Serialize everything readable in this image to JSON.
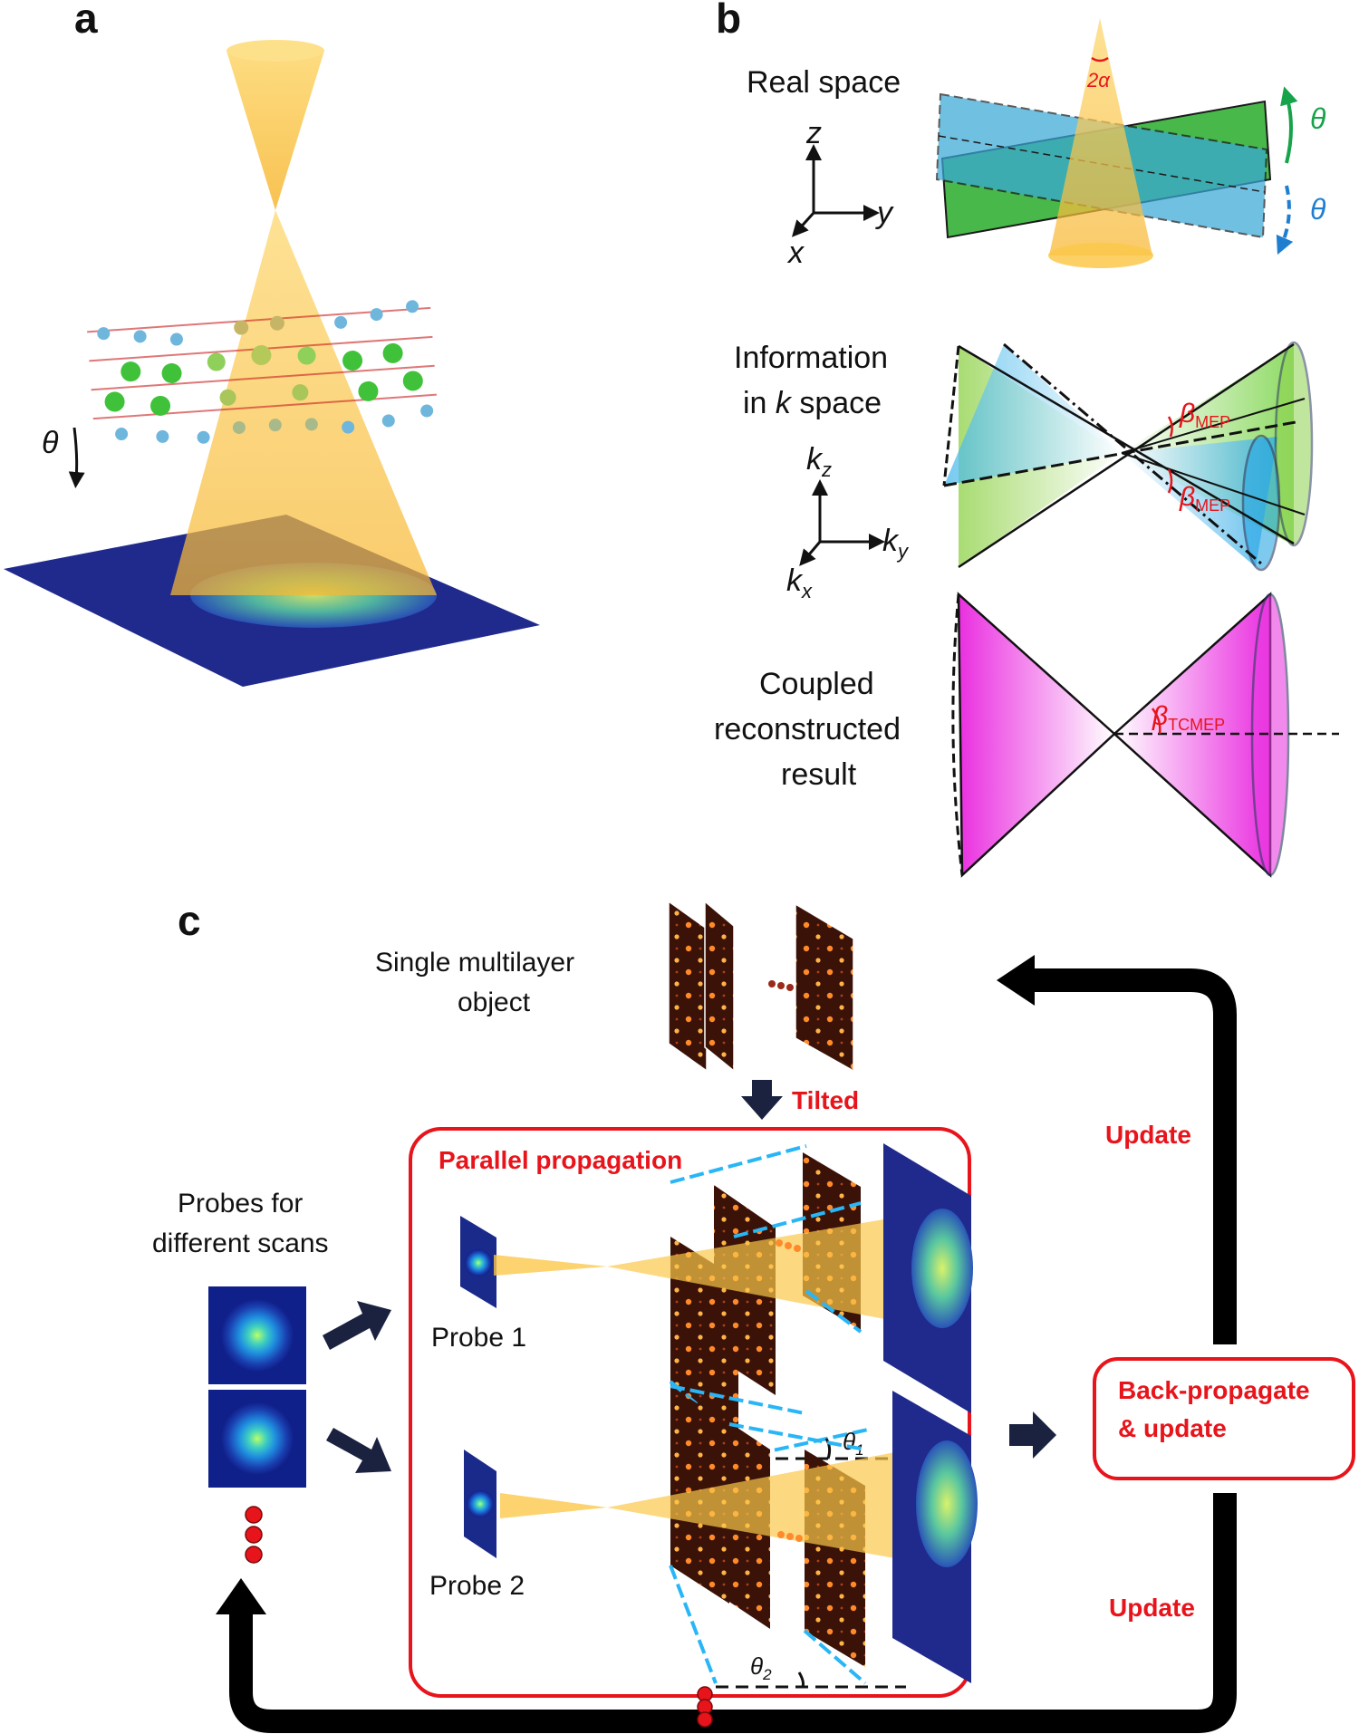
{
  "panels": {
    "a": "a",
    "b": "b",
    "c": "c"
  },
  "panel_a": {
    "theta": "θ"
  },
  "panel_b": {
    "real_space": "Real space",
    "angle_2a": "2α",
    "theta_green": "θ",
    "theta_blue": "θ",
    "axis_z": "z",
    "axis_y": "y",
    "axis_x": "x",
    "info_line1": "Information",
    "info_line2_a": "in ",
    "info_line2_k": "k",
    "info_line2_b": " space",
    "k_symbol": "k",
    "kz_sub": "z",
    "ky_sub": "y",
    "kx_sub": "x",
    "beta": "β",
    "mep_sub": "MEP",
    "tcmep_sub": "TCMEP",
    "coupled_line1": "Coupled",
    "coupled_line2": "reconstructed",
    "coupled_line3": "result"
  },
  "panel_c": {
    "object_line1": "Single multilayer",
    "object_line2": "object",
    "tilted": "Tilted",
    "parallel": "Parallel propagation",
    "probes_line1": "Probes for",
    "probes_line2": "different scans",
    "probe1": "Probe 1",
    "probe2": "Probe 2",
    "theta": "θ",
    "sub1": "1",
    "sub2": "2",
    "update_top": "Update",
    "update_bottom": "Update",
    "backprop_line1": "Back-propagate",
    "backprop_line2": "& update"
  },
  "colors": {
    "beam": "#fbc84a",
    "red": "#e8141b",
    "green": "#3cb34a",
    "blue": "#1e8ed6",
    "magenta": "#ea3be2",
    "detector": "#1f2a8c",
    "lattice": "#3a1208"
  }
}
